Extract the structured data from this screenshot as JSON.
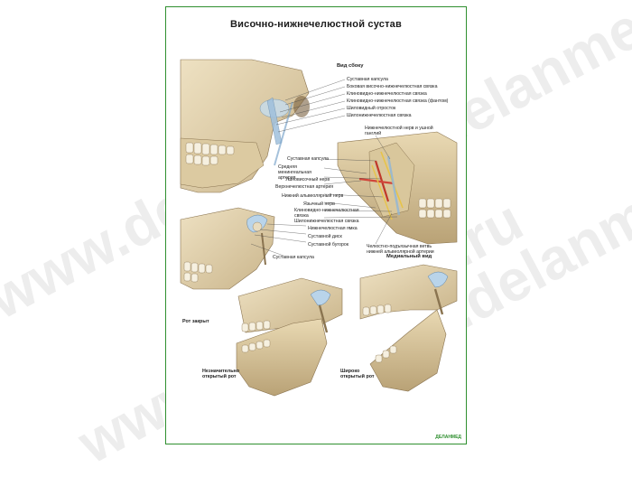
{
  "title": "Височно-нижнечелюстной сустав",
  "view_labels": {
    "side": "Вид сбоку",
    "medial": "Медиальный вид",
    "mouth_closed": "Рот закрыт",
    "slightly_open": "Незначительно открытый рот",
    "wide_open": "Широко открытый рот"
  },
  "side_labels": [
    "Суставная капсула",
    "Боковая височно-нижнечелюстная связка",
    "Клиновидно-нижнечелюстная связка",
    "Клиновидно-нижнечелюстная связка (фантом)",
    "Шиловидный отросток",
    "Шилонижнечелюстная связка"
  ],
  "medial_labels": [
    "Нижнечелюстной нерв и ушной ганглий",
    "Суставная капсула",
    "Средняя менингеальная артерия",
    "Ушновисочный нерв",
    "Верхнечелюстная артерия",
    "Нижний альвеолярный нерв",
    "Язычный нерв",
    "Клиновидно-нижнечелюстная связка",
    "Шилонижнечелюстная связка",
    "Нижнечелюстная ямка",
    "Суставной диск",
    "Суставной бугорок"
  ],
  "closed_labels": [
    "Суставная капсула"
  ],
  "bottom_label": "Челюстно-подъязычная ветвь нижней альвеолярной артерии",
  "brand": "ДЕЛАНМЕД",
  "watermark": "www.delanmed.ru"
}
